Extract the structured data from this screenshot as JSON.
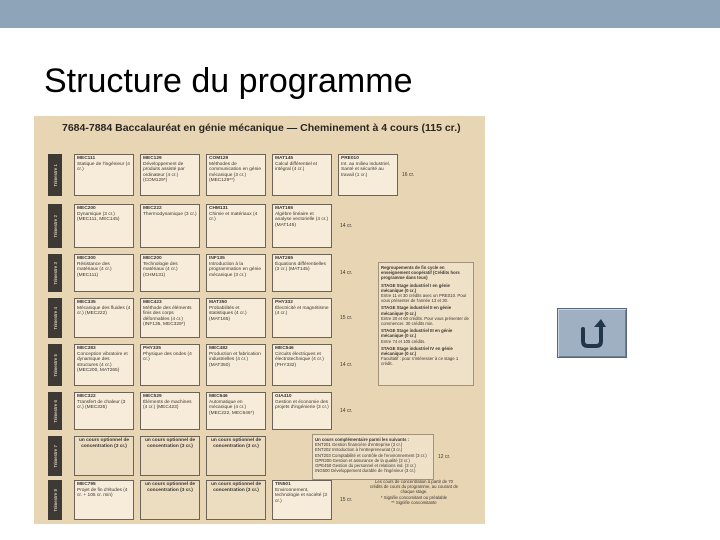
{
  "slide": {
    "title": "Structure du programme"
  },
  "document": {
    "heading": "7684-7884 Baccalauréat en génie mécanique — Cheminement à 4 cours (115 cr.)",
    "semesters": [
      {
        "label": "Trimestre 1",
        "credits": "16 cr.",
        "courses": [
          {
            "code": "MEC111",
            "text": "Statique de l'ingénieur (4 cr.)"
          },
          {
            "code": "MEC129",
            "text": "Développement de produits assisté par ordinateur (4 cr.) (COM129*)"
          },
          {
            "code": "COM129",
            "text": "Méthodes de communication en génie mécanique (3 cr.) (MEC129**)"
          },
          {
            "code": "MAT145",
            "text": "Calcul différentiel et intégral (4 cr.)"
          },
          {
            "code": "PRE010",
            "text": "Int. au milieu industriel, Santé et sécurité au travail (1 cr.)"
          }
        ]
      },
      {
        "label": "Trimestre 2",
        "credits": "14 cr.",
        "courses": [
          {
            "code": "MEC200",
            "text": "Dynamique (3 cr.) (MEC111, MEC145)"
          },
          {
            "code": "MEC222",
            "text": "Thermodynamique (3 cr.)"
          },
          {
            "code": "CHM131",
            "text": "Chimie et matériaux (4 cr.)"
          },
          {
            "code": "MAT165",
            "text": "Algèbre linéaire et analyse vectorielle (4 cr.) (MAT145)"
          }
        ]
      },
      {
        "label": "Trimestre 3",
        "credits": "14 cr.",
        "courses": [
          {
            "code": "MEC300",
            "text": "Résistance des matériaux (4 cr.) (MEC111)"
          },
          {
            "code": "MEC200",
            "text": "Technologie des matériaux (4 cr.) (CHM131)"
          },
          {
            "code": "INF135",
            "text": "Introduction à la programmation en génie mécanique (3 cr.)"
          },
          {
            "code": "MAT265",
            "text": "Équations différentielles (3 cr.) (MAT145)"
          }
        ]
      },
      {
        "label": "Trimestre 4",
        "credits": "15 cr.",
        "courses": [
          {
            "code": "MEC335",
            "text": "Mécanique des fluides (4 cr.) (MEC222)"
          },
          {
            "code": "MEC423",
            "text": "Méthode des éléments finis des corps déformables (4 cr.) (INF135, MEC329*)"
          },
          {
            "code": "MAT350",
            "text": "Probabilités et statistiques (4 cr.) (MAT165)"
          },
          {
            "code": "PHY332",
            "text": "Électricité et magnétisme (4 cr.)"
          }
        ]
      },
      {
        "label": "Trimestre 5",
        "credits": "14 cr.",
        "courses": [
          {
            "code": "MEC383",
            "text": "Conception vibratoire et dynamique des structures (4 cr.) (MEC200, MAT265)"
          },
          {
            "code": "PHY335",
            "text": "Physique des ondes (4 cr.)"
          },
          {
            "code": "MEC482",
            "text": "Production et fabrication industrielles (4 cr.) (MAT350)"
          },
          {
            "code": "MEC546",
            "text": "Circuits électriques et électrotechnique (4 cr.) (PHY332)"
          }
        ]
      },
      {
        "label": "Trimestre 6",
        "credits": "14 cr.",
        "courses": [
          {
            "code": "MEC322",
            "text": "Transfert de chaleur (3 cr.) (MEC335)"
          },
          {
            "code": "MEC529",
            "text": "Éléments de machines (4 cr.) (MEC423)"
          },
          {
            "code": "MEC646",
            "text": "Automatique en mécanique (4 cr.) (MEC222, MEC646*)"
          },
          {
            "code": "GIA410",
            "text": "Gestion et économie des projets d'ingénierie (3 cr.)"
          }
        ]
      },
      {
        "label": "Trimestre 7",
        "credits": "12 cr.",
        "courses": [
          {
            "code": "",
            "text": "un cours optionnel de concentration (3 cr.)"
          },
          {
            "code": "",
            "text": "un cours optionnel de concentration (3 cr.)"
          },
          {
            "code": "",
            "text": "un cours optionnel de concentration (3 cr.)"
          }
        ]
      },
      {
        "label": "Trimestre 8",
        "credits": "15 cr.",
        "courses": [
          {
            "code": "MEC795",
            "text": "Projet de fin d'études (4 cr. + 105 cr. min)"
          },
          {
            "code": "",
            "text": "un cours optionnel de concentration (3 cr.)"
          },
          {
            "code": "",
            "text": "un cours optionnel de concentration (3 cr.)"
          },
          {
            "code": "TIN501",
            "text": "Environnement, technologie et société (3 cr.)"
          }
        ]
      }
    ],
    "notes": [
      {
        "bold": "Regroupements de fin cycle en enseignement coopératif (Crédits hors programme dans tous)",
        "text": ""
      },
      {
        "bold": "STAGE Stage industriel I en génie mécanique (0 cr.)",
        "text": "Entre 11 et 30 crédits avec un PRE010. Pour vous présenter de l'année 13 et 30."
      },
      {
        "bold": "STAGE Stage industriel II en génie mécanique (0 cr.)",
        "text": "Entre 20 et 60 crédits. Pour vous présenter de commencer. 30 crédits min."
      },
      {
        "bold": "STAGE Stage industriel III en génie mécanique (0 cr.)",
        "text": "Entre 74 et 105 crédits."
      },
      {
        "bold": "STAGE Stage industriel IV en génie mécanique (0 cr.)",
        "text": "Facultatif : pour s'intéresser à ce stage 1 crédit."
      }
    ],
    "concentration_list": {
      "title": "Un cours complémentaire parmi les suivants :",
      "items": [
        "ENT201 Gestion financière d'entreprise (3 cr.)",
        "ENT202 Introduction à l'entrepreneuriat (3 cr.)",
        "ENT203 Comptabilité et contrôle de l'environnement (3 cr.)",
        "GPR300 Gestion et assurance de la qualité (3 cr.)",
        "GPE450 Gestion du personnel et relations ind. (3 cr.)",
        "ING500 Développement durable de l'ingénieur (3 cr.)"
      ],
      "credits": "12 cr."
    },
    "legend": [
      "Les cours de concentration à partir de 70 crédits de cours du programme, au courant de chaque stage.",
      "* Signifie concomitant ou préalable",
      "** Signifie concomitante"
    ]
  },
  "nav": {
    "return_button_icon": "u-turn-arrow-icon"
  }
}
